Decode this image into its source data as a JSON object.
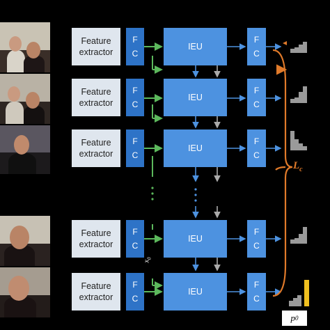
{
  "rows": [
    {
      "feature_label_1": "Feature",
      "feature_label_2": "extractor",
      "fc1_top": "F",
      "fc1_bottom": "C",
      "ieu_label": "IEU",
      "fc2_top": "F",
      "fc2_bottom": "C"
    },
    {
      "feature_label_1": "Feature",
      "feature_label_2": "extractor",
      "fc1_top": "F",
      "fc1_bottom": "C",
      "ieu_label": "IEU",
      "fc2_top": "F",
      "fc2_bottom": "C"
    },
    {
      "feature_label_1": "Feature",
      "feature_label_2": "extractor",
      "fc1_top": "F",
      "fc1_bottom": "C",
      "ieu_label": "IEU",
      "fc2_top": "F",
      "fc2_bottom": "C"
    },
    {
      "feature_label_1": "Feature",
      "feature_label_2": "extractor",
      "fc1_top": "F",
      "fc1_bottom": "C",
      "ieu_label": "IEU",
      "fc2_top": "F",
      "fc2_bottom": "C"
    },
    {
      "feature_label_1": "Feature",
      "feature_label_2": "extractor",
      "fc1_top": "F",
      "fc1_bottom": "C",
      "ieu_label": "IEU",
      "fc2_top": "F",
      "fc2_bottom": "C"
    }
  ],
  "loss_label": "L",
  "loss_subscript": "c",
  "x0_label": "x",
  "x0_subscript": "0",
  "p0_label": "p",
  "p0_subscript": "0",
  "colors": {
    "fc_blue": "#2e73c7",
    "ieu_blue": "#4d92e0",
    "feature_box": "#dfe6ee",
    "green_arrow": "#5cb85c",
    "orange_loss": "#e07a2a",
    "histogram_gray": "#9a9a9a",
    "histogram_highlight": "#f0c020"
  },
  "icons": [
    "video-frame-image",
    "histogram-icon"
  ]
}
